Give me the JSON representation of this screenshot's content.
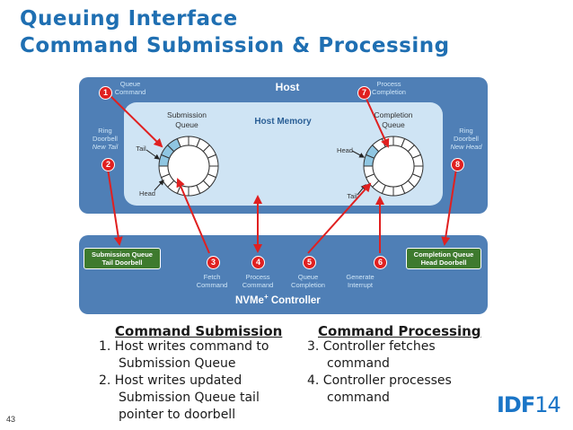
{
  "title": {
    "line1": "Queuing Interface",
    "line2": "Command Submission & Processing"
  },
  "host": {
    "label": "Host",
    "memory_label": "Host Memory",
    "submission_queue": {
      "label1": "Submission",
      "label2": "Queue",
      "tail": "Tail",
      "head": "Head"
    },
    "completion_queue": {
      "label1": "Completion",
      "label2": "Queue",
      "head": "Head",
      "tail": "Tail"
    }
  },
  "controller": {
    "label": "NVMe",
    "superscript": "+",
    "label2": " Controller"
  },
  "doorbells": {
    "sq": {
      "line1": "Submission Queue",
      "line2": "Tail Doorbell"
    },
    "cq": {
      "line1": "Completion Queue",
      "line2": "Head Doorbell"
    }
  },
  "steps": [
    {
      "num": "1",
      "line1": "Queue",
      "line2": "Command"
    },
    {
      "num": "2",
      "line1": "Ring",
      "line2": "Doorbell",
      "line3": "New Tail"
    },
    {
      "num": "3",
      "line1": "Fetch",
      "line2": "Command"
    },
    {
      "num": "4",
      "line1": "Process",
      "line2": "Command"
    },
    {
      "num": "5",
      "line1": "Queue",
      "line2": "Completion"
    },
    {
      "num": "6",
      "line1": "Generate",
      "line2": "Interrupt"
    },
    {
      "num": "7",
      "line1": "Process",
      "line2": "Completion"
    },
    {
      "num": "8",
      "line1": "Ring",
      "line2": "Doorbell",
      "line3": "New Head"
    }
  ],
  "command_submission": {
    "heading": "Command Submission",
    "items": [
      "1. Host writes command to Submission Queue",
      "2. Host writes updated Submission Queue tail pointer to doorbell"
    ]
  },
  "command_processing": {
    "heading": "Command Processing",
    "items": [
      "3. Controller fetches command",
      "4. Controller processes command"
    ]
  },
  "page_number": "43",
  "logo": {
    "bold": "IDF",
    "thin": "14"
  },
  "colors": {
    "title": "#1f6fb2",
    "panel": "#4f7fb6",
    "memory": "#cfe4f4",
    "badge": "#e02020",
    "arrow": "#e02020",
    "doorbell": "#3e7a2e",
    "queue_slot": "#8fc6e2"
  }
}
